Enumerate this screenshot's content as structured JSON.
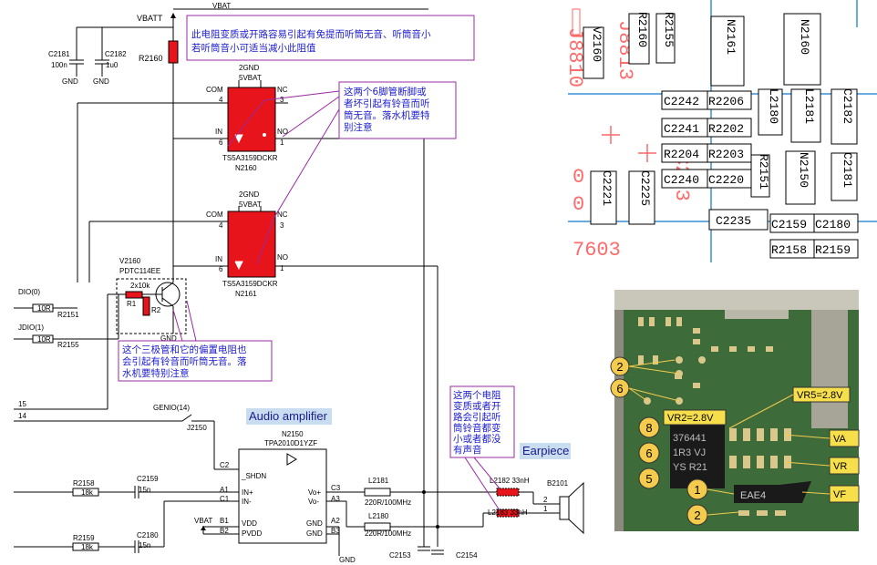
{
  "schematic": {
    "vbat_top": "VBAT",
    "vbatt": "VBATT",
    "r2160": "R2160",
    "c2181": "C2181",
    "c2181_val": "100n",
    "c2182": "C2182",
    "c2182_val": "1u0",
    "gnd": "GND",
    "switch1": {
      "ref": "N2160",
      "part": "TS5A3159DCKR",
      "com": "COM",
      "in": "IN",
      "no": "NO",
      "nc": "NC",
      "gnd": "2GND",
      "vbat": "5VBAT",
      "p4": "4",
      "p6": "6",
      "p3": "3",
      "p1": "1"
    },
    "switch2": {
      "ref": "N2161",
      "part": "TS5A3159DCKR",
      "com": "COM",
      "in": "IN",
      "no": "NO",
      "nc": "NC",
      "gnd": "2GND",
      "vbat": "5VBAT",
      "p4": "4",
      "p6": "6",
      "p3": "3",
      "p1": "1"
    },
    "v2160": "V2160",
    "pdtc": "PDTC114EE",
    "r2x10k": "2x10k",
    "r1": "R1",
    "r2": "R2",
    "dio0": "DIO(0)",
    "dio1": "JDIO(1)",
    "r2151": "R2151",
    "r2155": "R2155",
    "r10r": "10R",
    "net15": "15",
    "net14": "14",
    "genio": "GENIO(14)",
    "j2150": "J2150",
    "audio_amp": "Audio amplifier",
    "n2150": "N2150",
    "tpa": "TPA2010D1YZF",
    "shdn": "_SHDN",
    "c2": "C2",
    "a1": "A1",
    "c1": "C1",
    "b1": "B1",
    "b2": "B2",
    "inp": "IN+",
    "inn": "IN-",
    "vdd": "VDD",
    "pvdd": "PVDD",
    "vop": "Vo+",
    "von": "Vo-",
    "c3": "C3",
    "a3": "A3",
    "a2": "A2",
    "b3": "B3",
    "r2158": "R2158",
    "r2159": "R2159",
    "r18k": "18k",
    "c2159": "C2159",
    "c2180": "C2180",
    "c15n": "15n",
    "l2181": "L2181",
    "l2180": "L2180",
    "l220": "220R/100MHz",
    "l2182": "L2182 33nH",
    "l2183": "L2183 33nH",
    "b2101": "B2101",
    "pin2": "2",
    "pin1": "1",
    "earpiece": "Earpiece",
    "c2153": "C2153",
    "c2154": "C2154",
    "vbat_b": "VBAT"
  },
  "notes": {
    "note1_l1": "此电阻变质或开路容易引起有免提而听筒无音、听筒音小",
    "note1_l2": "若听筒音小可适当减小此阻值",
    "note2_l1": "这两个6脚管断脚或",
    "note2_l2": "者坏引起有铃音而听",
    "note2_l3": "筒无音。落水机要特",
    "note2_l4": "别注意",
    "note3_l1": "这个三极管和它的偏置电阻也",
    "note3_l2": "会引起有铃音而听筒无音。落",
    "note3_l3": "水机要特别注意",
    "note4_l1": "这两个电阻",
    "note4_l2": "变质或者开",
    "note4_l3": "路会引起听",
    "note4_l4": "筒铃音都变",
    "note4_l5": "小或者都没",
    "note4_l6": "有声音"
  },
  "pcb": {
    "components": [
      "R2155",
      "N2161",
      "N2160",
      "C2242",
      "R2206",
      "L2180",
      "L2181",
      "C2182",
      "C2241",
      "R2202",
      "R2204",
      "R2203",
      "C2240",
      "C2220",
      "R2151",
      "N2150",
      "C2181",
      "C2225",
      "C2235",
      "C2159",
      "C2180",
      "R2158",
      "R2159",
      "C2221",
      "R2160",
      "V2160"
    ],
    "red_text": "7603"
  },
  "photo": {
    "labels": [
      "VR5=2.8V",
      "VR2=2.8V",
      "VA",
      "VR",
      "VF"
    ],
    "chip_text": [
      "376441",
      "1R3 VJ",
      "YS R21"
    ],
    "small_chip": "EAE4",
    "circles": [
      "2",
      "6",
      "8",
      "6",
      "5",
      "1",
      "2"
    ]
  },
  "colors": {
    "part_red": "#e8141c",
    "note_blue": "#1b1bd0",
    "box_purple": "#9a2aa0",
    "pcb_green": "#3d6b3a",
    "callout_yellow": "#f4cb4c"
  }
}
